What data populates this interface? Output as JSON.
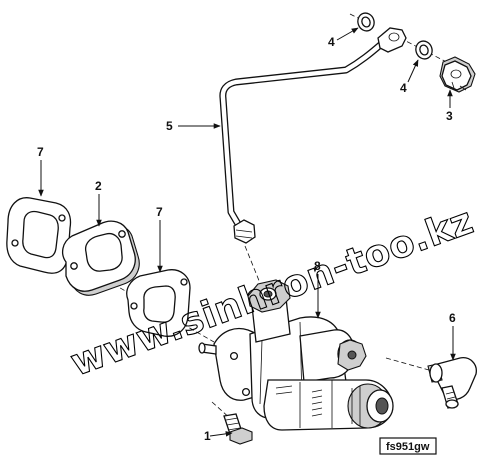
{
  "figure_id": "fs951gw",
  "watermark": "www.sinhron-too.kz",
  "callouts": [
    {
      "id": "c1",
      "label": "1"
    },
    {
      "id": "c2",
      "label": "2"
    },
    {
      "id": "c3",
      "label": "3"
    },
    {
      "id": "c4a",
      "label": "4"
    },
    {
      "id": "c4b",
      "label": "4"
    },
    {
      "id": "c5",
      "label": "5"
    },
    {
      "id": "c6",
      "label": "6"
    },
    {
      "id": "c7a",
      "label": "7"
    },
    {
      "id": "c7b",
      "label": "7"
    },
    {
      "id": "c8",
      "label": "8"
    }
  ]
}
